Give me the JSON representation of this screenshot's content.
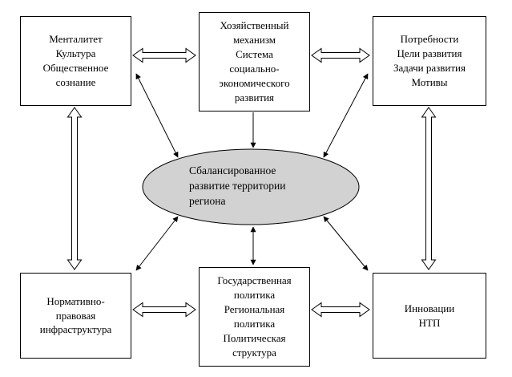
{
  "diagram": {
    "center": {
      "text": "Сбалансированное\nразвитие территории\nрегиона"
    },
    "boxes": {
      "top_left": {
        "text": "Менталитет\nКультура\nОбщественное\nсознание"
      },
      "top_center": {
        "text": "Хозяйственный\nмеханизм\nСистема\nсоциально-\nэкономического\nразвития"
      },
      "top_right": {
        "text": "Потребности\nЦели развития\nЗадачи развития\nМотивы"
      },
      "bottom_left": {
        "text": "Нормативно-\nправовая\nинфраструктура"
      },
      "bottom_center": {
        "text": "Государственная\nполитика\nРегиональная\nполитика\nПолитическая\nструктура"
      },
      "bottom_right": {
        "text": "Инновации\nНТП"
      }
    },
    "colors": {
      "ellipse_fill": "#d2d2d2",
      "box_border": "#000000",
      "background": "#ffffff"
    }
  }
}
